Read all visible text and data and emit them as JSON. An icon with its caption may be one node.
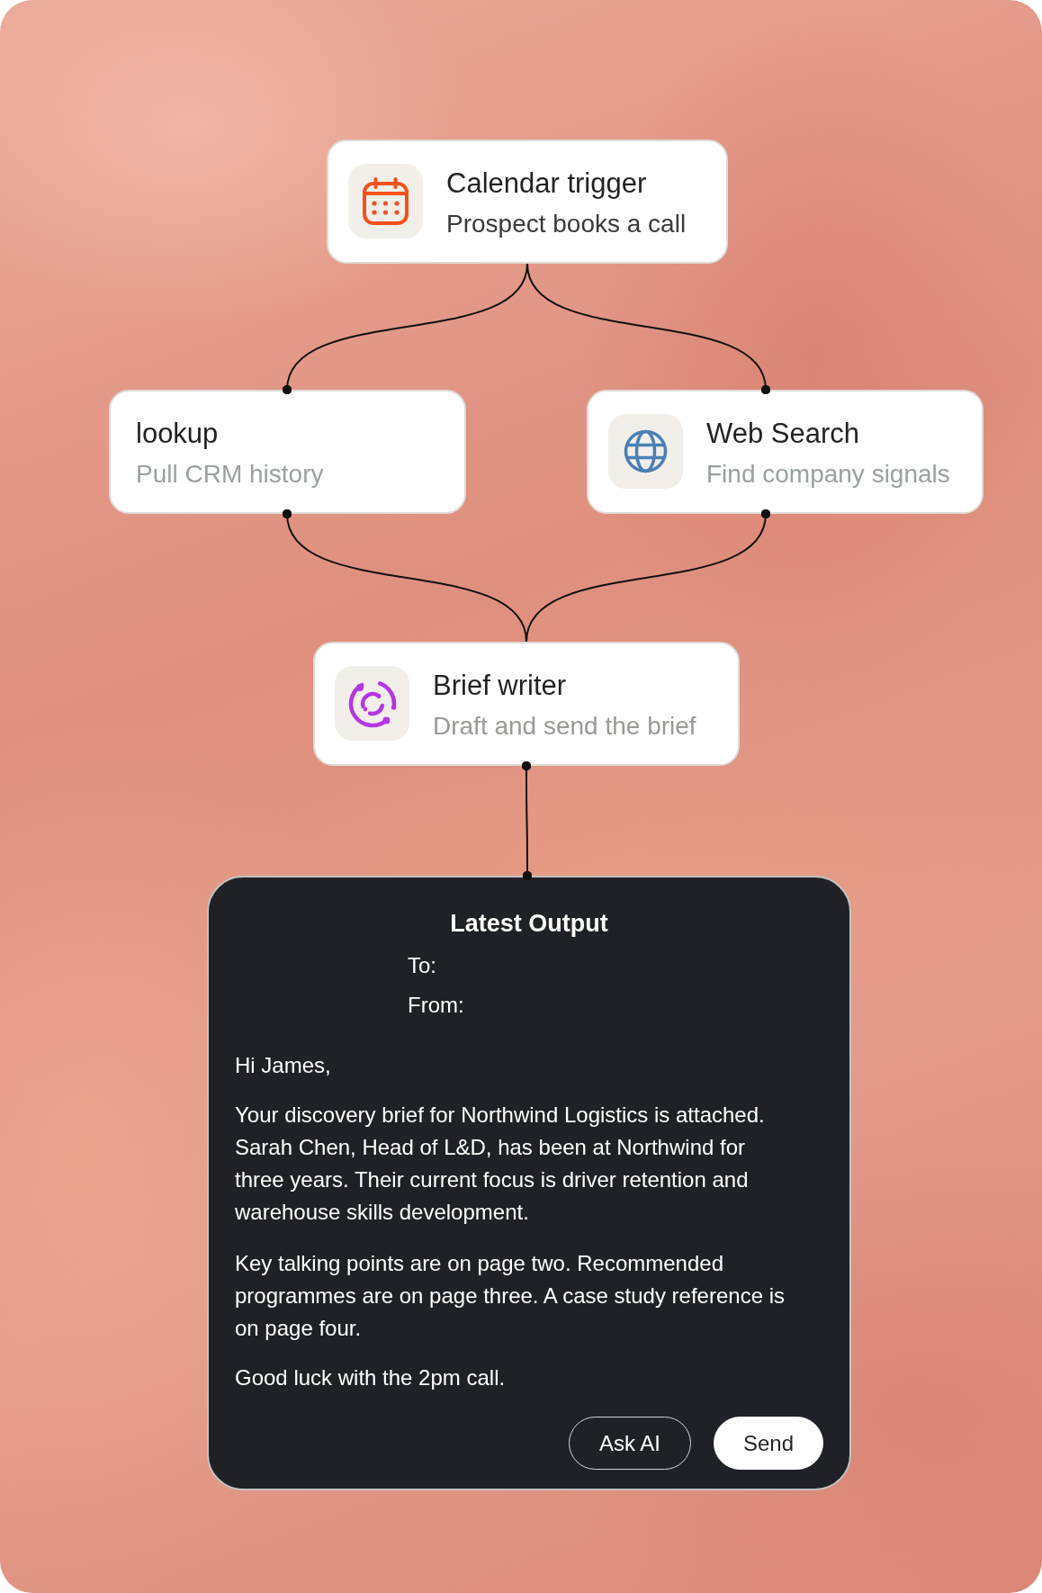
{
  "diagram": {
    "nodes": [
      {
        "text": [
          "Calendar trigger",
          "Prospect books a call"
        ]
      },
      {
        "text": [
          "lookup",
          "Pull CRM history"
        ]
      },
      {
        "text": [
          "Web Search",
          "Find company signals"
        ]
      },
      {
        "text": [
          "Brief writer",
          "Draft and send the brief"
        ]
      },
      {
        "text": [
          "Latest Output",
          "To:",
          "From:",
          "Hi James,",
          "Your discovery brief for Northwind Logistics is attached. Sarah Chen, Head of L&D, has been at Northwind for three years. Their current focus is driver retention and warehouse skills development.",
          "Key talking points are on page two. Recommended programmes are on page three. A case study reference is on page four.",
          "Good luck with the 2pm call."
        ]
      },
      {
        "text": [
          "Ask AI"
        ],
        "in": 4
      },
      {
        "text": [
          "Send"
        ],
        "in": 4
      }
    ],
    "edges": [
      {
        "from": 0,
        "to": 1,
        "arrow": "other"
      },
      {
        "from": 0,
        "to": 2,
        "arrow": "other"
      },
      {
        "from": 1,
        "to": 3,
        "arrow": "other"
      },
      {
        "from": 2,
        "to": 3,
        "arrow": "other"
      },
      {
        "from": 3,
        "to": 4,
        "arrow": "other"
      }
    ]
  }
}
